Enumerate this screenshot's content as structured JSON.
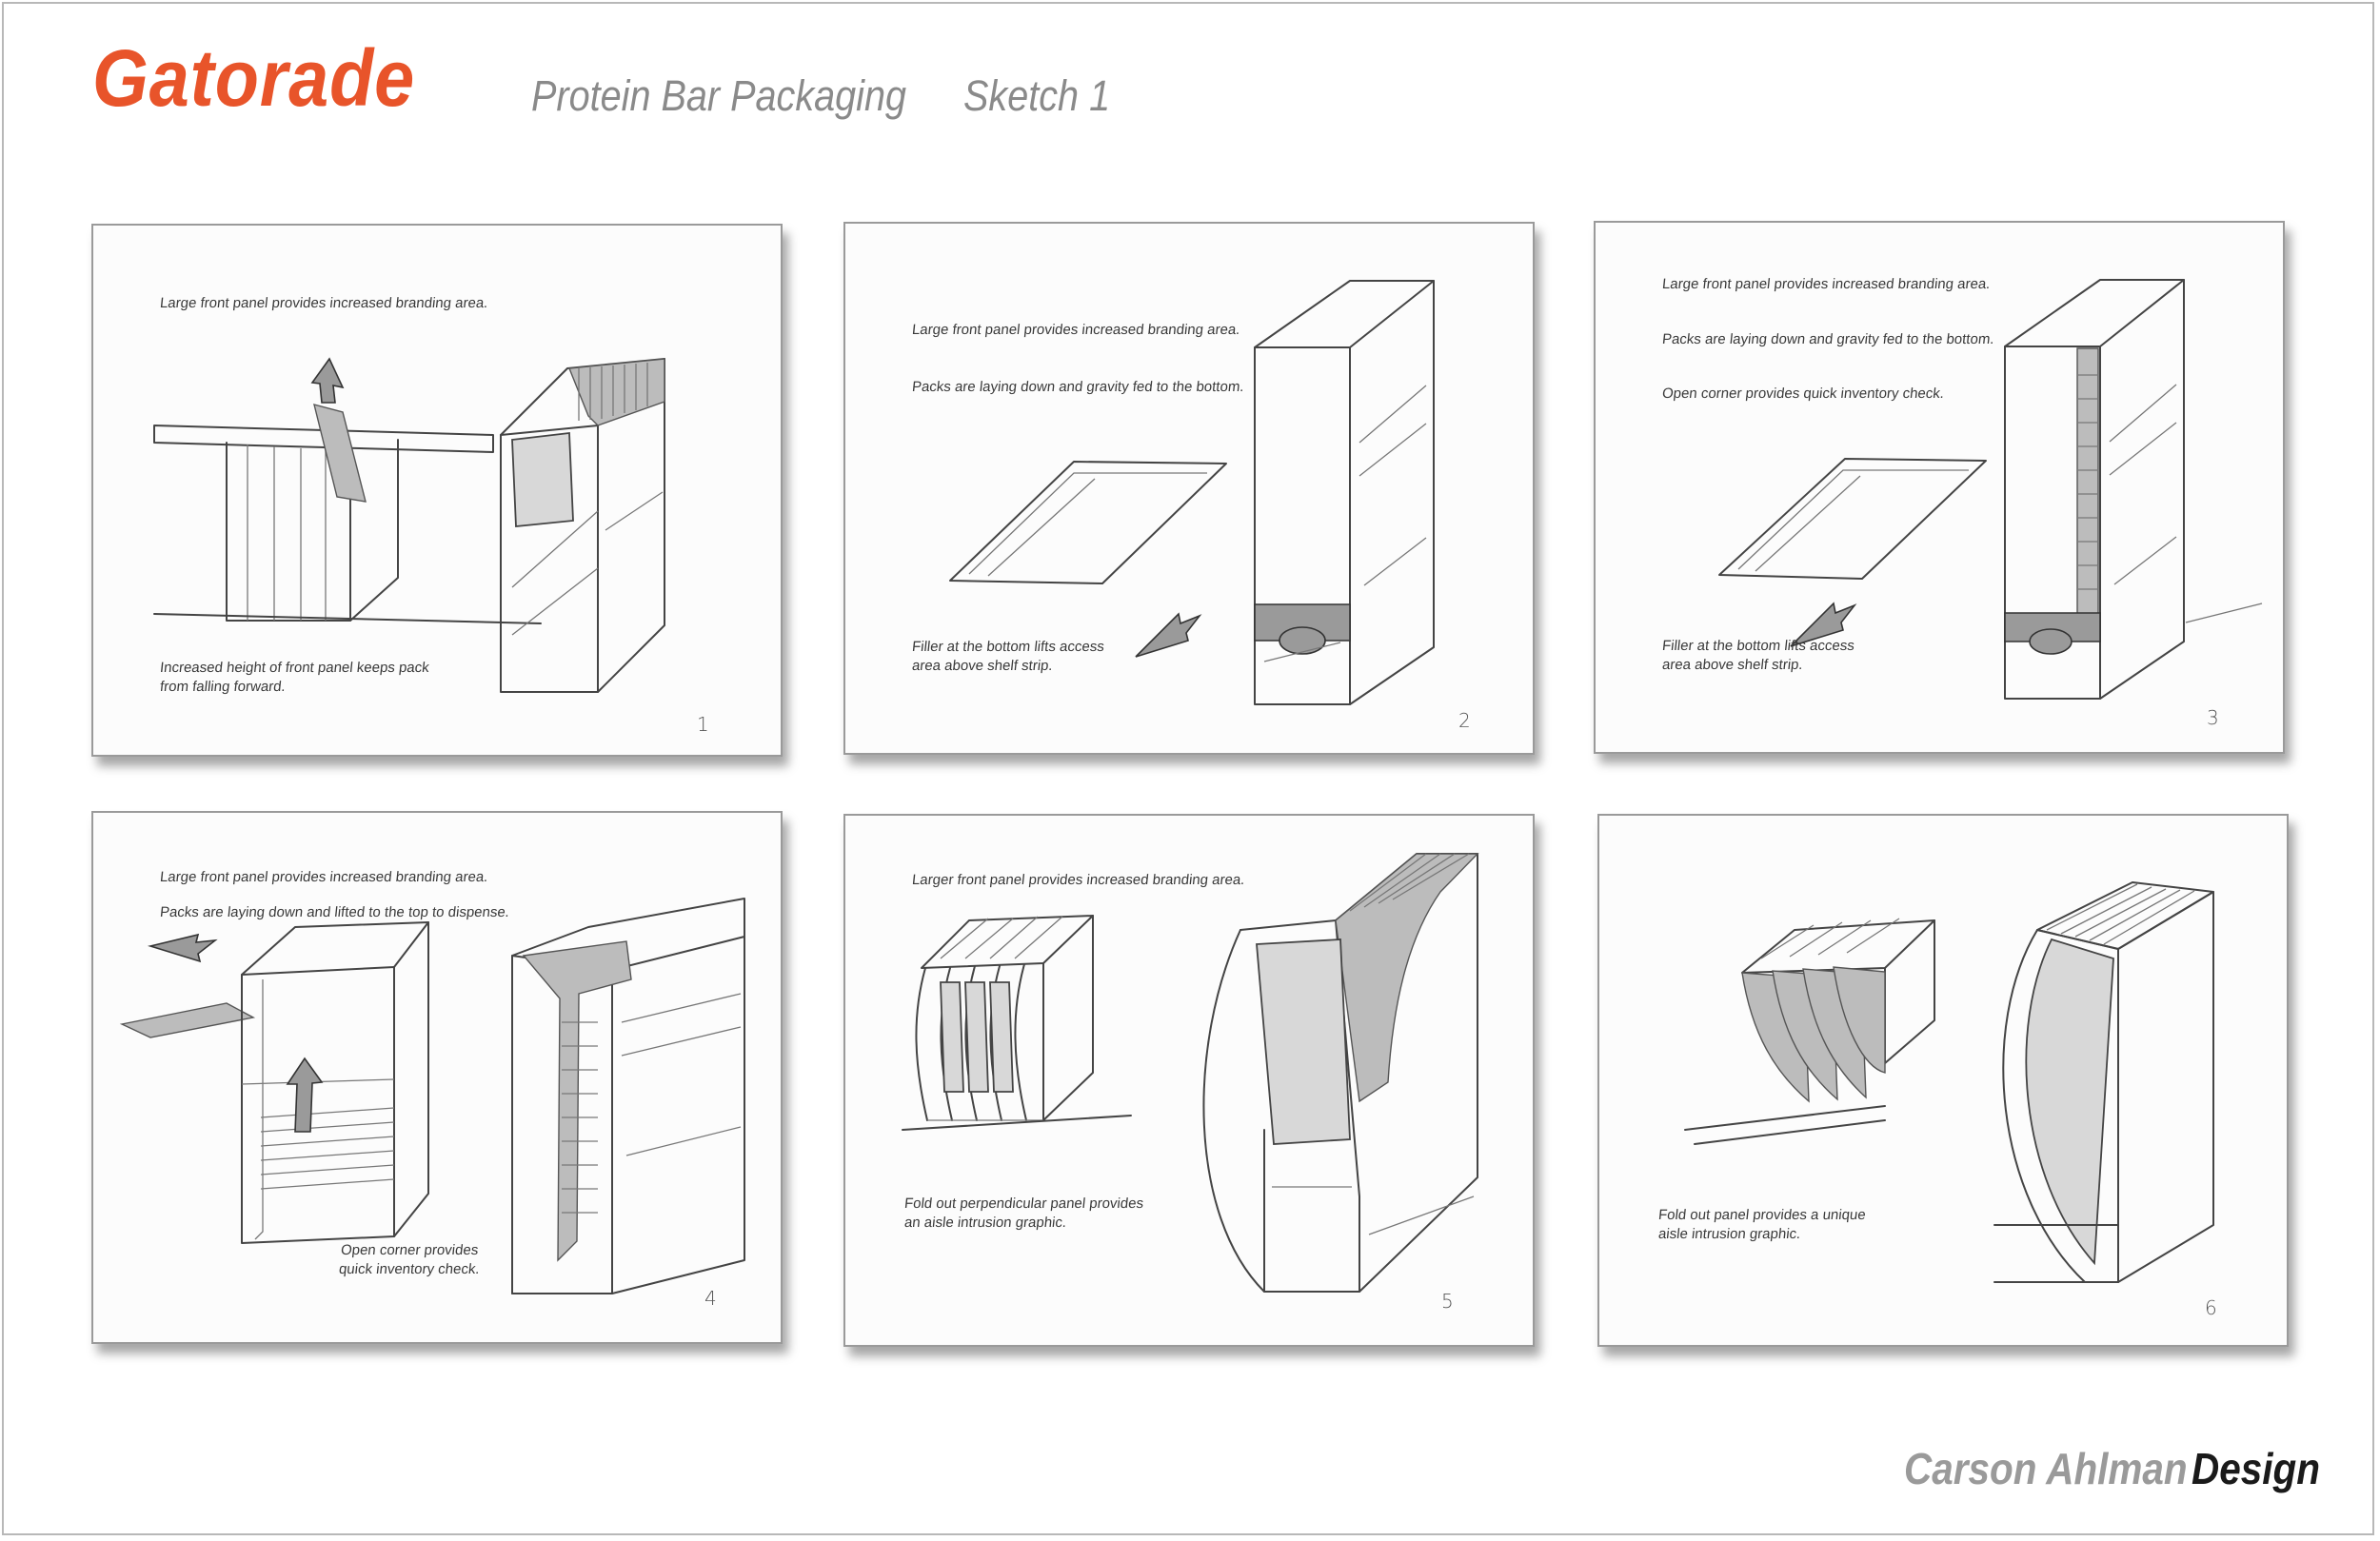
{
  "header": {
    "brand": "Gatorade",
    "project": "Protein Bar Packaging",
    "sketch": "Sketch 1"
  },
  "footer": {
    "designer": "Carson Ahlman",
    "design": "Design"
  },
  "panels": [
    {
      "number": "1",
      "notes": [
        "Large front panel provides increased branding area.",
        "Increased height of front panel keeps pack",
        "from falling forward."
      ]
    },
    {
      "number": "2",
      "notes": [
        "Large front panel provides increased branding area.",
        "Packs are laying down and gravity fed to the bottom.",
        "Filler at the bottom lifts access",
        "area above shelf strip."
      ]
    },
    {
      "number": "3",
      "notes": [
        "Large front panel provides increased branding area.",
        "Packs are laying down and gravity fed to the bottom.",
        "Open corner provides quick inventory check.",
        "Filler at the bottom lifts access",
        "area above shelf strip."
      ]
    },
    {
      "number": "4",
      "notes": [
        "Large front panel provides increased branding area.",
        "Packs are laying down and lifted to the top to dispense.",
        "Open corner provides",
        "quick inventory check."
      ]
    },
    {
      "number": "5",
      "notes": [
        "Larger front panel provides increased branding area.",
        "Fold out perpendicular panel provides",
        "an aisle intrusion graphic."
      ]
    },
    {
      "number": "6",
      "notes": [
        "Fold out panel provides a unique",
        "aisle intrusion graphic."
      ]
    }
  ],
  "colors": {
    "brand": "#e8542a",
    "subtitle": "#8a8a8a",
    "designer": "#9a9a9a"
  }
}
